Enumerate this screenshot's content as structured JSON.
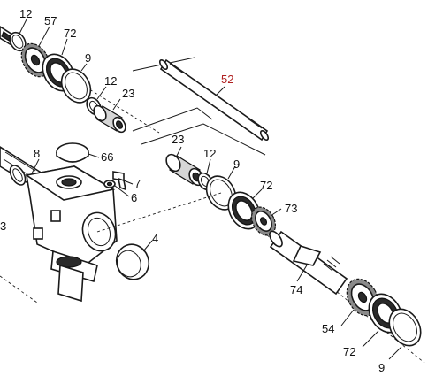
{
  "callouts": {
    "c12a": "12",
    "c57": "57",
    "c72a": "72",
    "c9a": "9",
    "c12b": "12",
    "c23a": "23",
    "c52": "52",
    "c8": "8",
    "c66": "66",
    "c7": "7",
    "c6": "6",
    "c3": "3",
    "c4": "4",
    "c23b": "23",
    "c12c": "12",
    "c9b": "9",
    "c72b": "72",
    "c73": "73",
    "c74": "74",
    "c54": "54",
    "c72c": "72",
    "c9c": "9"
  },
  "colors": {
    "line": "#1a1a1a",
    "highlight_label": "#b02020"
  }
}
